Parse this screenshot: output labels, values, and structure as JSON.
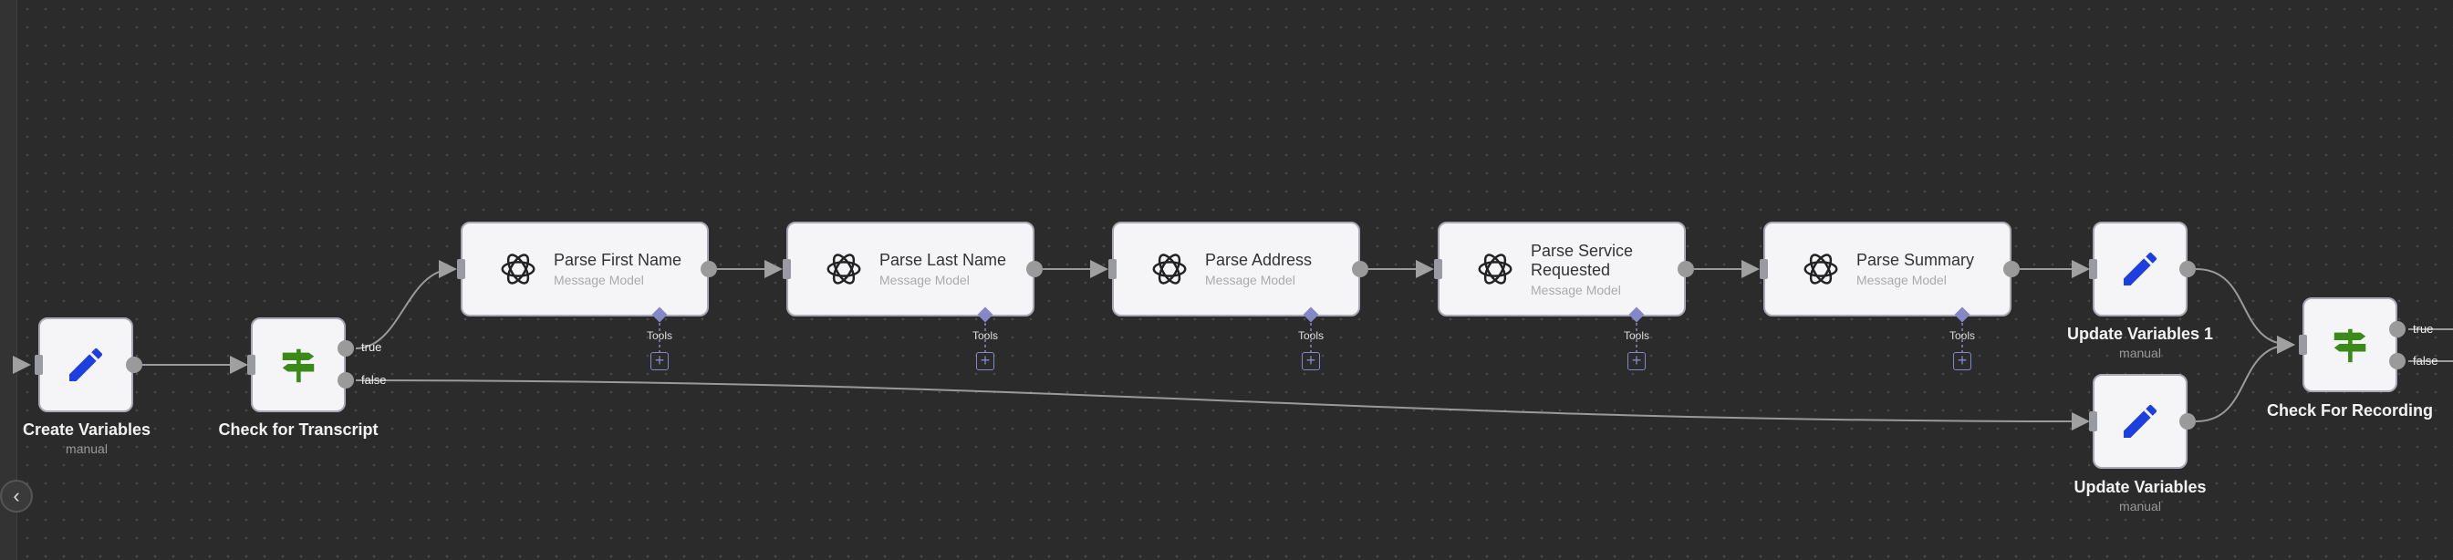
{
  "colors": {
    "canvas_bg": "#2b2b2b",
    "node_bg": "#f5f5f8",
    "node_border": "#a9a9b3",
    "pencil_blue": "#1d3fe0",
    "signpost_green": "#3a8a1a",
    "tools_accent": "#8588c6"
  },
  "nodes": {
    "create_variables": {
      "title": "Create Variables",
      "subtitle": "manual",
      "icon": "pencil-icon"
    },
    "check_transcript": {
      "title": "Check for Transcript",
      "icon": "signpost-icon",
      "true_label": "true",
      "false_label": "false"
    },
    "parse_first_name": {
      "title": "Parse First Name",
      "subtitle": "Message Model",
      "icon": "openai-icon",
      "tools_label": "Tools"
    },
    "parse_last_name": {
      "title": "Parse Last Name",
      "subtitle": "Message Model",
      "icon": "openai-icon",
      "tools_label": "Tools"
    },
    "parse_address": {
      "title": "Parse Address",
      "subtitle": "Message Model",
      "icon": "openai-icon",
      "tools_label": "Tools"
    },
    "parse_service": {
      "title_line1": "Parse Service",
      "title_line2": "Requested",
      "subtitle": "Message Model",
      "icon": "openai-icon",
      "tools_label": "Tools"
    },
    "parse_summary": {
      "title": "Parse Summary",
      "subtitle": "Message Model",
      "icon": "openai-icon",
      "tools_label": "Tools"
    },
    "update_variables_1": {
      "title": "Update Variables 1",
      "subtitle": "manual",
      "icon": "pencil-icon"
    },
    "update_variables": {
      "title": "Update Variables",
      "subtitle": "manual",
      "icon": "pencil-icon"
    },
    "check_recording": {
      "title": "Check For Recording",
      "icon": "signpost-icon",
      "true_label": "true",
      "false_label": "false"
    }
  },
  "ui": {
    "collapse_icon": "chevron-left-icon",
    "collapse_glyph": "‹",
    "plus_glyph": "+"
  }
}
